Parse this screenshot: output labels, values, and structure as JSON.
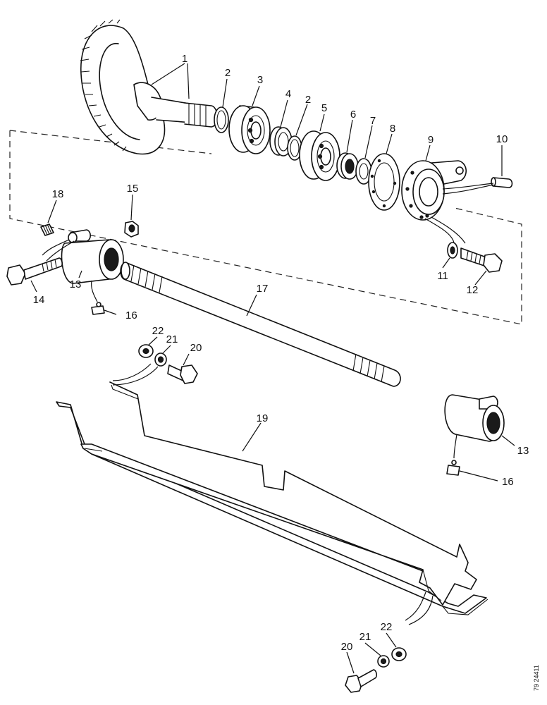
{
  "diagram": {
    "reference_code": "79 24411",
    "callouts": [
      {
        "id": "c1",
        "label": "1"
      },
      {
        "id": "c2a",
        "label": "2"
      },
      {
        "id": "c3",
        "label": "3"
      },
      {
        "id": "c4",
        "label": "4"
      },
      {
        "id": "c2b",
        "label": "2"
      },
      {
        "id": "c5",
        "label": "5"
      },
      {
        "id": "c6",
        "label": "6"
      },
      {
        "id": "c7",
        "label": "7"
      },
      {
        "id": "c8",
        "label": "8"
      },
      {
        "id": "c9",
        "label": "9"
      },
      {
        "id": "c10",
        "label": "10"
      },
      {
        "id": "c18",
        "label": "18"
      },
      {
        "id": "c15",
        "label": "15"
      },
      {
        "id": "c11",
        "label": "11"
      },
      {
        "id": "c12",
        "label": "12"
      },
      {
        "id": "c14",
        "label": "14"
      },
      {
        "id": "c13a",
        "label": "13"
      },
      {
        "id": "c17",
        "label": "17"
      },
      {
        "id": "c16a",
        "label": "16"
      },
      {
        "id": "c22a",
        "label": "22"
      },
      {
        "id": "c21a",
        "label": "21"
      },
      {
        "id": "c20a",
        "label": "20"
      },
      {
        "id": "c19",
        "label": "19"
      },
      {
        "id": "c13b",
        "label": "13"
      },
      {
        "id": "c16b",
        "label": "16"
      },
      {
        "id": "c22b",
        "label": "22"
      },
      {
        "id": "c21b",
        "label": "21"
      },
      {
        "id": "c20b",
        "label": "20"
      }
    ]
  }
}
